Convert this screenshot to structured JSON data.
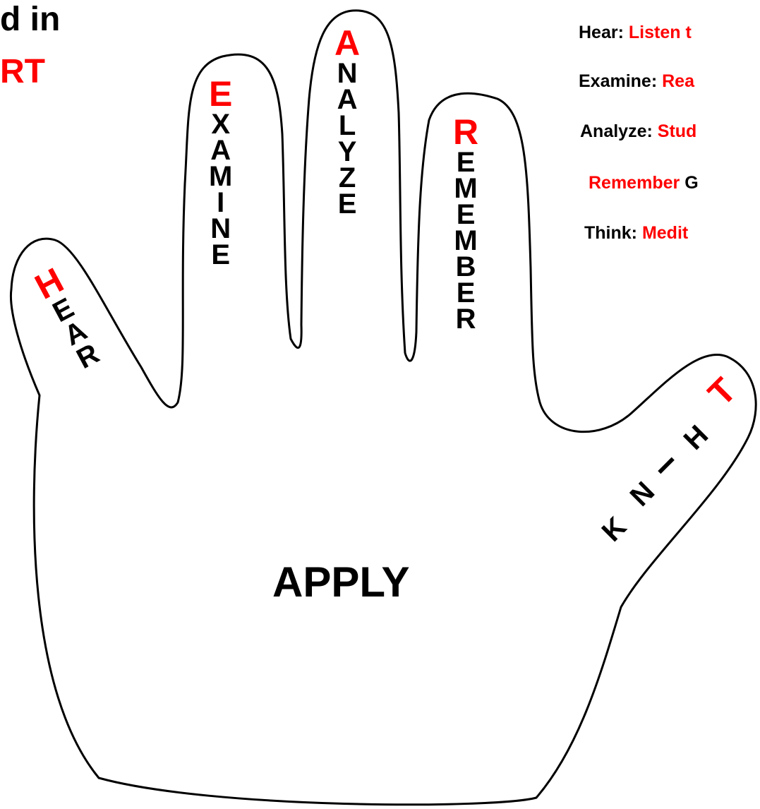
{
  "heading_fragment": {
    "line1": "d in",
    "line2": "RT"
  },
  "fingers": {
    "hear": {
      "first": "H",
      "rest": [
        "E",
        "A",
        "R"
      ]
    },
    "examine": {
      "first": "E",
      "rest": [
        "X",
        "A",
        "M",
        "I",
        "N",
        "E"
      ]
    },
    "analyze": {
      "first": "A",
      "rest": [
        "N",
        "A",
        "L",
        "Y",
        "Z",
        "E"
      ]
    },
    "remember": {
      "first": "R",
      "rest": [
        "E",
        "M",
        "E",
        "M",
        "B",
        "E",
        "R"
      ]
    },
    "think": {
      "first": "T",
      "rest": [
        "H",
        "I",
        "N",
        "K"
      ]
    }
  },
  "palm_label": "APPLY",
  "legend": [
    {
      "term": "Hear:",
      "desc": "Listen t"
    },
    {
      "term": "Examine:",
      "desc": "Rea"
    },
    {
      "term": "Analyze:",
      "desc": "Stud"
    },
    {
      "term": "Remember",
      "desc": "G"
    },
    {
      "term": "Think:",
      "desc": "Medit"
    }
  ],
  "colors": {
    "accent": "#ff0000",
    "text": "#000000",
    "outline": "#000000"
  }
}
